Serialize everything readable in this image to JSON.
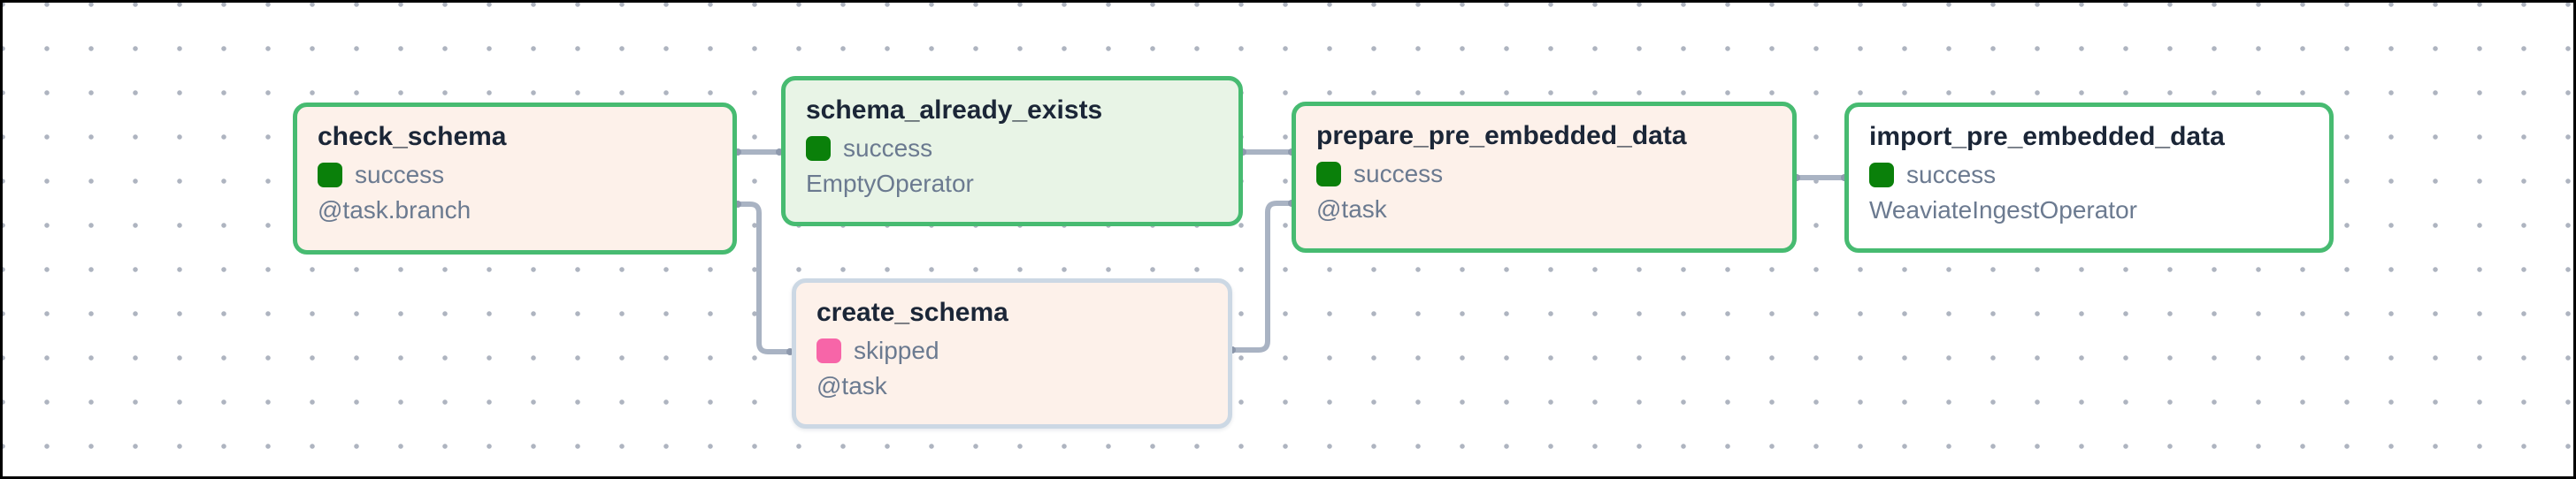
{
  "view": {
    "type": "dag-graph"
  },
  "colors": {
    "success": "#0a800a",
    "skipped": "#f765a8",
    "node_border": "#47bb71",
    "muted_border": "#ccd8e4",
    "edge": "#a9b3c3",
    "peach_bg": "#fdf1ea",
    "green_bg": "#e8f4e6",
    "white_bg": "#ffffff"
  },
  "nodes": [
    {
      "label": "check_schema",
      "state": "success",
      "operator": "@task.branch"
    },
    {
      "label": "schema_already_exists",
      "state": "success",
      "operator": "EmptyOperator"
    },
    {
      "label": "create_schema",
      "state": "skipped",
      "operator": "@task"
    },
    {
      "label": "prepare_pre_embedded_data",
      "state": "success",
      "operator": "@task"
    },
    {
      "label": "import_pre_embedded_data",
      "state": "success",
      "operator": "WeaviateIngestOperator"
    }
  ],
  "edges": [
    {
      "from": "check_schema",
      "to": "schema_already_exists"
    },
    {
      "from": "check_schema",
      "to": "create_schema"
    },
    {
      "from": "schema_already_exists",
      "to": "prepare_pre_embedded_data"
    },
    {
      "from": "create_schema",
      "to": "prepare_pre_embedded_data"
    },
    {
      "from": "prepare_pre_embedded_data",
      "to": "import_pre_embedded_data"
    }
  ]
}
